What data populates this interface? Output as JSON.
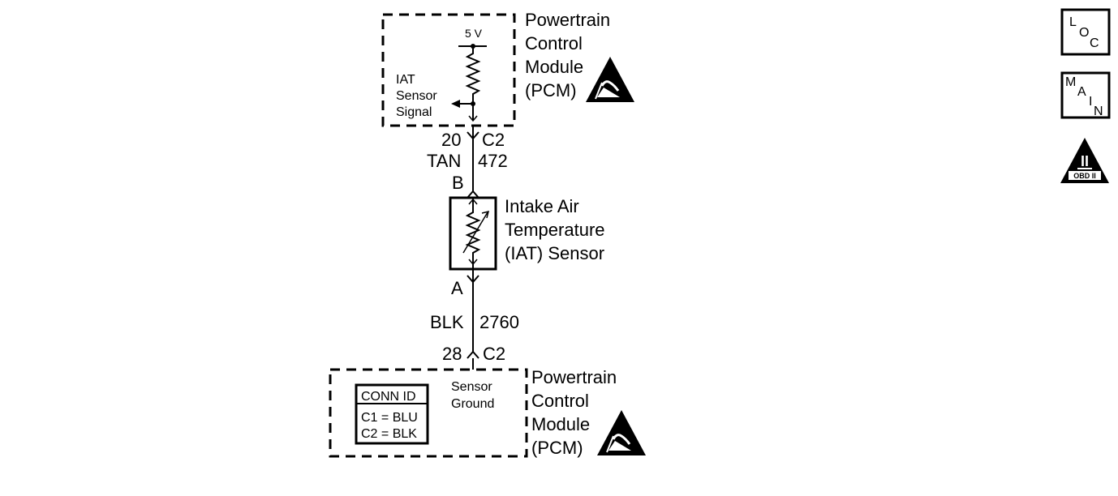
{
  "top_module": {
    "name_lines": [
      "Powertrain",
      "Control",
      "Module",
      "(PCM)"
    ],
    "voltage": "5 V",
    "signal_lines": [
      "IAT",
      "Sensor",
      "Signal"
    ]
  },
  "top_connector": {
    "pin": "20",
    "connector": "C2",
    "wire_color": "TAN",
    "circuit": "472",
    "sensor_pin": "B"
  },
  "sensor": {
    "name_lines": [
      "Intake Air",
      "Temperature",
      "(IAT) Sensor"
    ]
  },
  "bottom_connector": {
    "sensor_pin": "A",
    "wire_color": "BLK",
    "circuit": "2760",
    "pin": "28",
    "connector": "C2"
  },
  "bottom_module": {
    "name_lines": [
      "Powertrain",
      "Control",
      "Module",
      "(PCM)"
    ],
    "ground_lines": [
      "Sensor",
      "Ground"
    ],
    "conn_id": {
      "title": "CONN ID",
      "rows": [
        "C1 = BLU",
        "C2 = BLK"
      ]
    }
  },
  "side_buttons": {
    "loc": [
      "L",
      "O",
      "C"
    ],
    "main": [
      "M",
      "A",
      "I",
      "N"
    ],
    "obd": {
      "numeral": "II",
      "label": "OBD II"
    }
  }
}
